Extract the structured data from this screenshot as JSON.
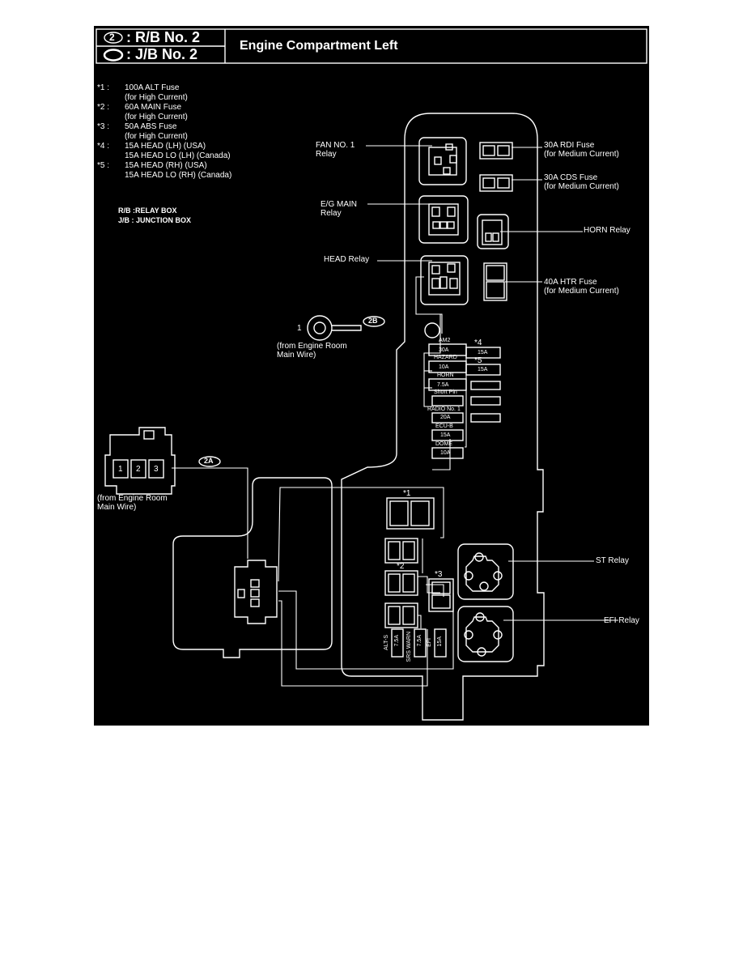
{
  "header": {
    "rb_label": ": R/B No. 2",
    "jb_label": ": J/B No. 2",
    "rb_symbol": "2",
    "title": "Engine Compartment Left"
  },
  "notes": [
    {
      "mark": "*1 :",
      "text": "100A ALT Fuse"
    },
    {
      "mark": "",
      "text": "(for High Current)"
    },
    {
      "mark": "*2 :",
      "text": "60A MAIN Fuse"
    },
    {
      "mark": "",
      "text": "(for High Current)"
    },
    {
      "mark": "*3 :",
      "text": "50A ABS Fuse"
    },
    {
      "mark": "",
      "text": "(for High Current)"
    },
    {
      "mark": "*4 :",
      "text": "15A HEAD (LH) (USA)"
    },
    {
      "mark": "",
      "text": "15A HEAD LO (LH) (Canada)"
    },
    {
      "mark": "*5 :",
      "text": "15A HEAD (RH) (USA)"
    },
    {
      "mark": "",
      "text": "15A HEAD LO (RH) (Canada)"
    }
  ],
  "abbreviations": [
    "R/B :RELAY BOX",
    "J/B : JUNCTION BOX"
  ],
  "labels": {
    "fan_relay": "FAN NO. 1\nRelay",
    "eg_main_relay": "E/G MAIN\nRelay",
    "head_relay": "HEAD Relay",
    "horn_relay": "HORN Relay",
    "rdi_fuse": "30A RDI Fuse\n(for Medium Current)",
    "cds_fuse": "30A CDS Fuse\n(for Medium Current)",
    "htr_fuse": "40A HTR Fuse\n(for Medium Current)",
    "st_relay": "ST Relay",
    "efi_relay": "EFI Relay",
    "ground_number": "1",
    "ground_connector": "2B",
    "ground_source": "(from Engine Room\nMain Wire)",
    "connector_2a": "2A",
    "connector_2a_source": "(from Engine Room\nMain Wire)",
    "star1": "*1",
    "star2": "*2",
    "star3": "*3",
    "star4": "*4",
    "star5": "*5"
  },
  "fuse_names": {
    "am2": "AM2",
    "hazard": "HAZARD",
    "horn": "HORN",
    "short_pin": "Short Pin",
    "radio": "RADIO No. 1",
    "ecub": "ECU-B",
    "dome": "DOME",
    "alts": "ALT-S",
    "srs_warn": "SRS WARN",
    "efi": "EFI"
  },
  "fuse_ratings": {
    "am2": "30A",
    "hazard": "10A",
    "horn": "7.5A",
    "radio": "20A",
    "ecub": "15A",
    "dome": "10A",
    "star4": "15A",
    "star5": "15A",
    "alts": "7.5A",
    "srs_warn": "7.5A",
    "efi": "15A"
  },
  "connector_pins": [
    "1",
    "2",
    "3"
  ]
}
